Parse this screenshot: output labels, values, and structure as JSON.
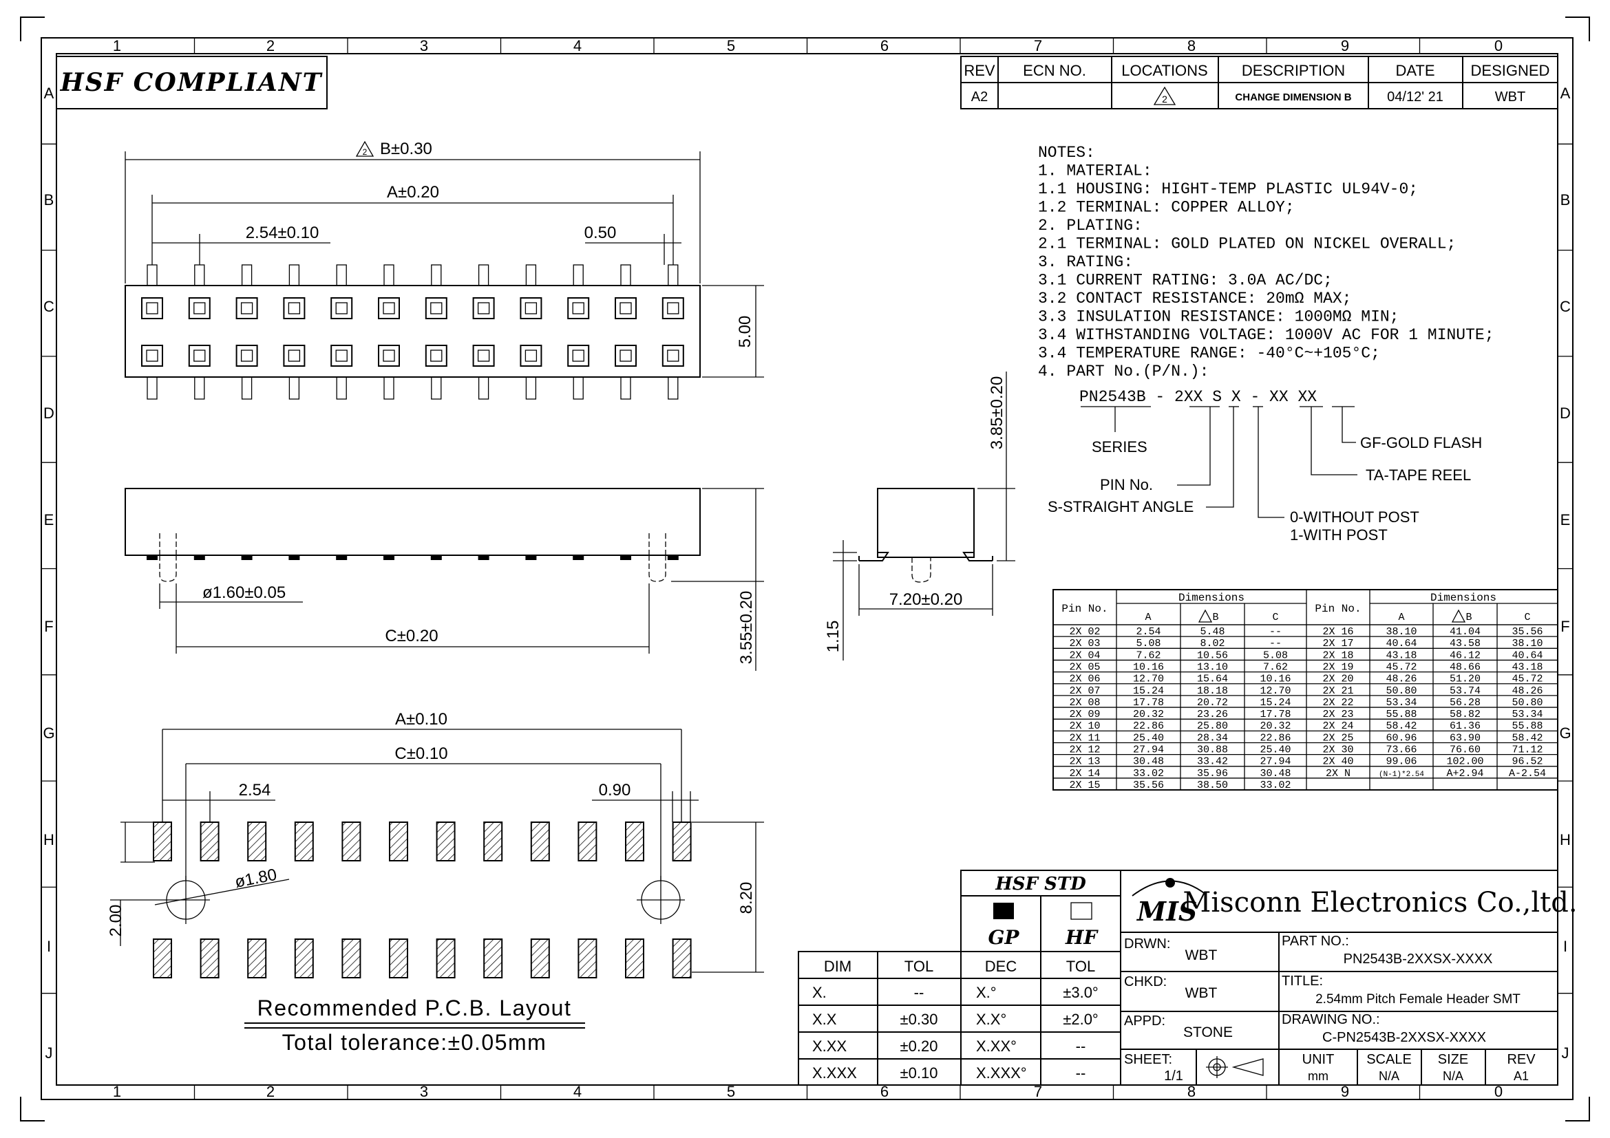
{
  "border": {
    "columns": [
      "1",
      "2",
      "3",
      "4",
      "5",
      "6",
      "7",
      "8",
      "9",
      "0"
    ],
    "rows": [
      "A",
      "B",
      "C",
      "D",
      "E",
      "F",
      "G",
      "H",
      "I",
      "J"
    ]
  },
  "badge": "HSF COMPLIANT",
  "revision": {
    "headers": [
      "REV",
      "ECN NO.",
      "LOCATIONS",
      "DESCRIPTION",
      "DATE",
      "DESIGNED"
    ],
    "row": [
      "A2",
      "",
      "2",
      "CHANGE DIMENSION B",
      "04/12' 21",
      "WBT"
    ]
  },
  "notes": [
    "NOTES:",
    "  1. MATERIAL:",
    "     1.1  HOUSING: HIGHT-TEMP PLASTIC UL94V-0;",
    "     1.2  TERMINAL: COPPER ALLOY;",
    "  2. PLATING:",
    "     2.1  TERMINAL: GOLD PLATED ON NICKEL OVERALL;",
    "  3. RATING:",
    "     3.1  CURRENT RATING: 3.0A AC/DC;",
    "     3.2  CONTACT RESISTANCE: 20mΩ MAX;",
    "     3.3  INSULATION RESISTANCE: 1000MΩ MIN;",
    "     3.4  WITHSTANDING VOLTAGE: 1000V AC FOR 1 MINUTE;",
    "     3.4  TEMPERATURE RANGE: -40°C~+105°C;",
    "  4. PART No.(P/N.):"
  ],
  "partnum": {
    "code": "PN2543B - 2XX S X - XX XX",
    "series": "SERIES",
    "pin": "PIN No.",
    "angle": "S-STRAIGHT ANGLE",
    "post0": "0-WITHOUT POST",
    "post1": "1-WITH POST",
    "tape": "TA-TAPE REEL",
    "gold": "GF-GOLD FLASH"
  },
  "dims": {
    "b": "B±0.30",
    "a1": "A±0.20",
    "pitch1": "2.54±0.10",
    "gap1": "0.50",
    "h1": "5.00",
    "dia1": "ø1.60±0.05",
    "c1": "C±0.20",
    "h2": "3.55±0.20",
    "side_h": "3.85±0.20",
    "side_w": "7.20±0.20",
    "side_t": "1.15",
    "a2": "A±0.10",
    "c2": "C±0.10",
    "pitch2": "2.54",
    "gap2": "0.90",
    "dia2": "ø1.80",
    "row_pitch": "2.00",
    "pcb_h": "8.20"
  },
  "pcb_caption": "Recommended P.C.B. Layout",
  "tolerance_caption": "Total tolerance:±0.05mm",
  "dim_table": {
    "title": "Dimensions",
    "pin_header": "Pin No.",
    "cols": [
      "A",
      "B",
      "C"
    ],
    "rows": [
      [
        "2X 02",
        "2.54",
        "5.48",
        "--",
        "2X 16",
        "38.10",
        "41.04",
        "35.56"
      ],
      [
        "2X 03",
        "5.08",
        "8.02",
        "--",
        "2X 17",
        "40.64",
        "43.58",
        "38.10"
      ],
      [
        "2X 04",
        "7.62",
        "10.56",
        "5.08",
        "2X 18",
        "43.18",
        "46.12",
        "40.64"
      ],
      [
        "2X 05",
        "10.16",
        "13.10",
        "7.62",
        "2X 19",
        "45.72",
        "48.66",
        "43.18"
      ],
      [
        "2X 06",
        "12.70",
        "15.64",
        "10.16",
        "2X 20",
        "48.26",
        "51.20",
        "45.72"
      ],
      [
        "2X 07",
        "15.24",
        "18.18",
        "12.70",
        "2X 21",
        "50.80",
        "53.74",
        "48.26"
      ],
      [
        "2X 08",
        "17.78",
        "20.72",
        "15.24",
        "2X 22",
        "53.34",
        "56.28",
        "50.80"
      ],
      [
        "2X 09",
        "20.32",
        "23.26",
        "17.78",
        "2X 23",
        "55.88",
        "58.82",
        "53.34"
      ],
      [
        "2X 10",
        "22.86",
        "25.80",
        "20.32",
        "2X 24",
        "58.42",
        "61.36",
        "55.88"
      ],
      [
        "2X 11",
        "25.40",
        "28.34",
        "22.86",
        "2X 25",
        "60.96",
        "63.90",
        "58.42"
      ],
      [
        "2X 12",
        "27.94",
        "30.88",
        "25.40",
        "2X 30",
        "73.66",
        "76.60",
        "71.12"
      ],
      [
        "2X 13",
        "30.48",
        "33.42",
        "27.94",
        "2X 40",
        "99.06",
        "102.00",
        "96.52"
      ],
      [
        "2X 14",
        "33.02",
        "35.96",
        "30.48",
        "2X N",
        "(N-1)*2.54",
        "A+2.94",
        "A-2.54"
      ],
      [
        "2X 15",
        "35.56",
        "38.50",
        "33.02",
        "",
        "",
        "",
        ""
      ]
    ]
  },
  "tol_table": {
    "h1": [
      "DIM",
      "TOL"
    ],
    "h2": [
      "DEC",
      "TOL"
    ],
    "rows": [
      [
        "X.",
        "--",
        "X.°",
        "±3.0°"
      ],
      [
        "X.X",
        "±0.30",
        "X.X°",
        "±2.0°"
      ],
      [
        "X.XX",
        "±0.20",
        "X.XX°",
        "--"
      ],
      [
        "X.XXX",
        "±0.10",
        "X.XXX°",
        "--"
      ]
    ]
  },
  "hsf": {
    "title": "HSF STD",
    "gp": "GP",
    "hf": "HF"
  },
  "company": {
    "logo": "MIS",
    "name": "Misconn Electronics Co.,ltd."
  },
  "title_block": {
    "drwn_l": "DRWN:",
    "drwn_v": "WBT",
    "chkd_l": "CHKD:",
    "chkd_v": "WBT",
    "appd_l": "APPD:",
    "appd_v": "STONE",
    "part_l": "PART NO.:",
    "part_v": "PN2543B-2XXSX-XXXX",
    "title_l": "TITLE:",
    "title_v": "2.54mm Pitch Female Header SMT",
    "dwg_l": "DRAWING NO.:",
    "dwg_v": "C-PN2543B-2XXSX-XXXX",
    "sheet_l": "SHEET:",
    "sheet_v": "1/1",
    "unit_l": "UNIT",
    "unit_v": "mm",
    "scale_l": "SCALE",
    "scale_v": "N/A",
    "size_l": "SIZE",
    "size_v": "N/A",
    "rev_l": "REV",
    "rev_v": "A1"
  }
}
